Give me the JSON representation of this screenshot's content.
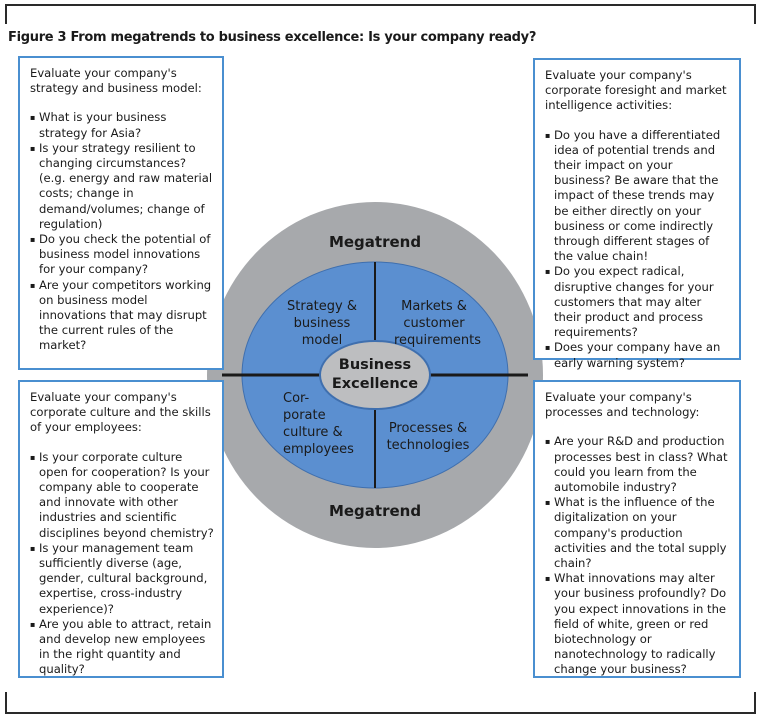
{
  "title": "Figure 3 From megatrends to business excellence: Is your company ready?",
  "colors": {
    "ring": "#a7a9ac",
    "ring_dark": "#8f9194",
    "segment": "#5b8fd0",
    "box_border": "#4a8fd0",
    "core": "#bdbec0"
  },
  "diagram": {
    "megatrend_top": "Megatrend",
    "megatrend_bottom": "Megatrend",
    "core_line1": "Business",
    "core_line2": "Excellence",
    "segments": {
      "top_left": [
        "Strategy &",
        "business",
        "model"
      ],
      "top_right": [
        "Markets &",
        "customer",
        "requirements"
      ],
      "bottom_left": [
        "Cor-",
        "porate",
        "culture &",
        "employees"
      ],
      "bottom_right": [
        "Processes &",
        "technologies"
      ]
    }
  },
  "boxes": {
    "top_left": {
      "intro": "Evaluate your company's strategy and business model:",
      "items": [
        "What is your business strategy for Asia?",
        "Is your strategy resilient to changing circumstances? (e.g. energy and raw material costs; change in demand/volumes; change of regulation)",
        "Do you check the potential of business model innovations for your company?",
        "Are your competitors working on business model innovations that may disrupt the current rules of the market?"
      ]
    },
    "top_right": {
      "intro": "Evaluate your company's corporate foresight and market intelligence activities:",
      "items": [
        "Do you have a differentiated idea of potential trends and their impact on your business? Be aware that the impact of these trends may be either directly on your business or come indirectly through different stages of the value chain!",
        "Do you expect radical, disruptive changes for your customers that may alter their product and process requirements?",
        "Does your company have an early warning system?"
      ]
    },
    "bottom_left": {
      "intro": "Evaluate your company's corporate culture and the skills of your employees:",
      "items": [
        "Is your corporate culture open for cooperation? Is your company able to cooperate and innovate with other industries and scientific disciplines beyond chemistry?",
        "Is your management team sufficiently diverse (age, gender, cultural background, expertise, cross-industry experience)?",
        "Are you able to attract, retain and develop new employees in the right quantity and quality?"
      ]
    },
    "bottom_right": {
      "intro": "Evaluate your company's processes and technology:",
      "items": [
        "Are your R&D and production processes best in class? What could you learn from the automobile industry?",
        "What is the influence of the digitalization on your company's production activities and the total supply chain?",
        "What innovations may alter your business profoundly? Do you expect innovations in the field of white, green or red biotechnology or nanotechnology to radically change your business?"
      ]
    }
  }
}
